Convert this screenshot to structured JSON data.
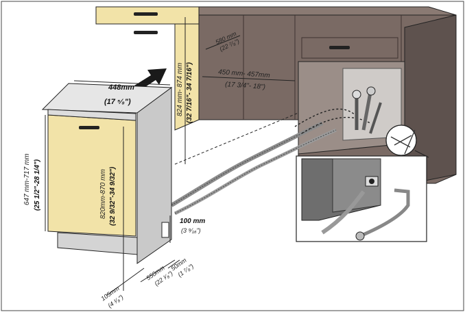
{
  "dimensions": {
    "width_mm": "448mm",
    "width_in": "(17 ⁵⁄₈\")",
    "height_range_mm": "647 mm-717 mm",
    "height_range_in": "(25 1/2\"-28 1/4\")",
    "door_height_mm": "820mm-870 mm",
    "door_height_in": "(32 9/32\"-34 9/32\")",
    "cavity_height_mm": "824 mm- 874 mm",
    "cavity_height_in": "(32 7/16\"- 34 7/16\")",
    "cavity_width_mm": "450 mm- 457mm",
    "cavity_width_in": "(17 3/4\"- 18\")",
    "depth_mm": "580 mm",
    "depth_in": "(22 ⁷⁄₈\")",
    "plinth_height_mm": "100 mm",
    "plinth_height_in": "(3 ⁹⁄₁₆\")",
    "base_depth_mm": "105mm",
    "base_depth_in": "(4 ¹⁄₈\")",
    "base_width_mm": "550mm",
    "base_width_in": "(22 ¹⁄₈\")",
    "gap_mm": "50mm",
    "gap_in": "(1 ⁷⁄₈\")"
  },
  "colors": {
    "cabinet_front": "#f2e3a8",
    "cabinet_body": "#7a6a64",
    "cabinet_dark": "#5e524e",
    "appliance_side": "#c9c9c9",
    "appliance_top": "#e6e6e6",
    "hose": "#8c8c8c",
    "arrow": "#1a1a1a"
  }
}
